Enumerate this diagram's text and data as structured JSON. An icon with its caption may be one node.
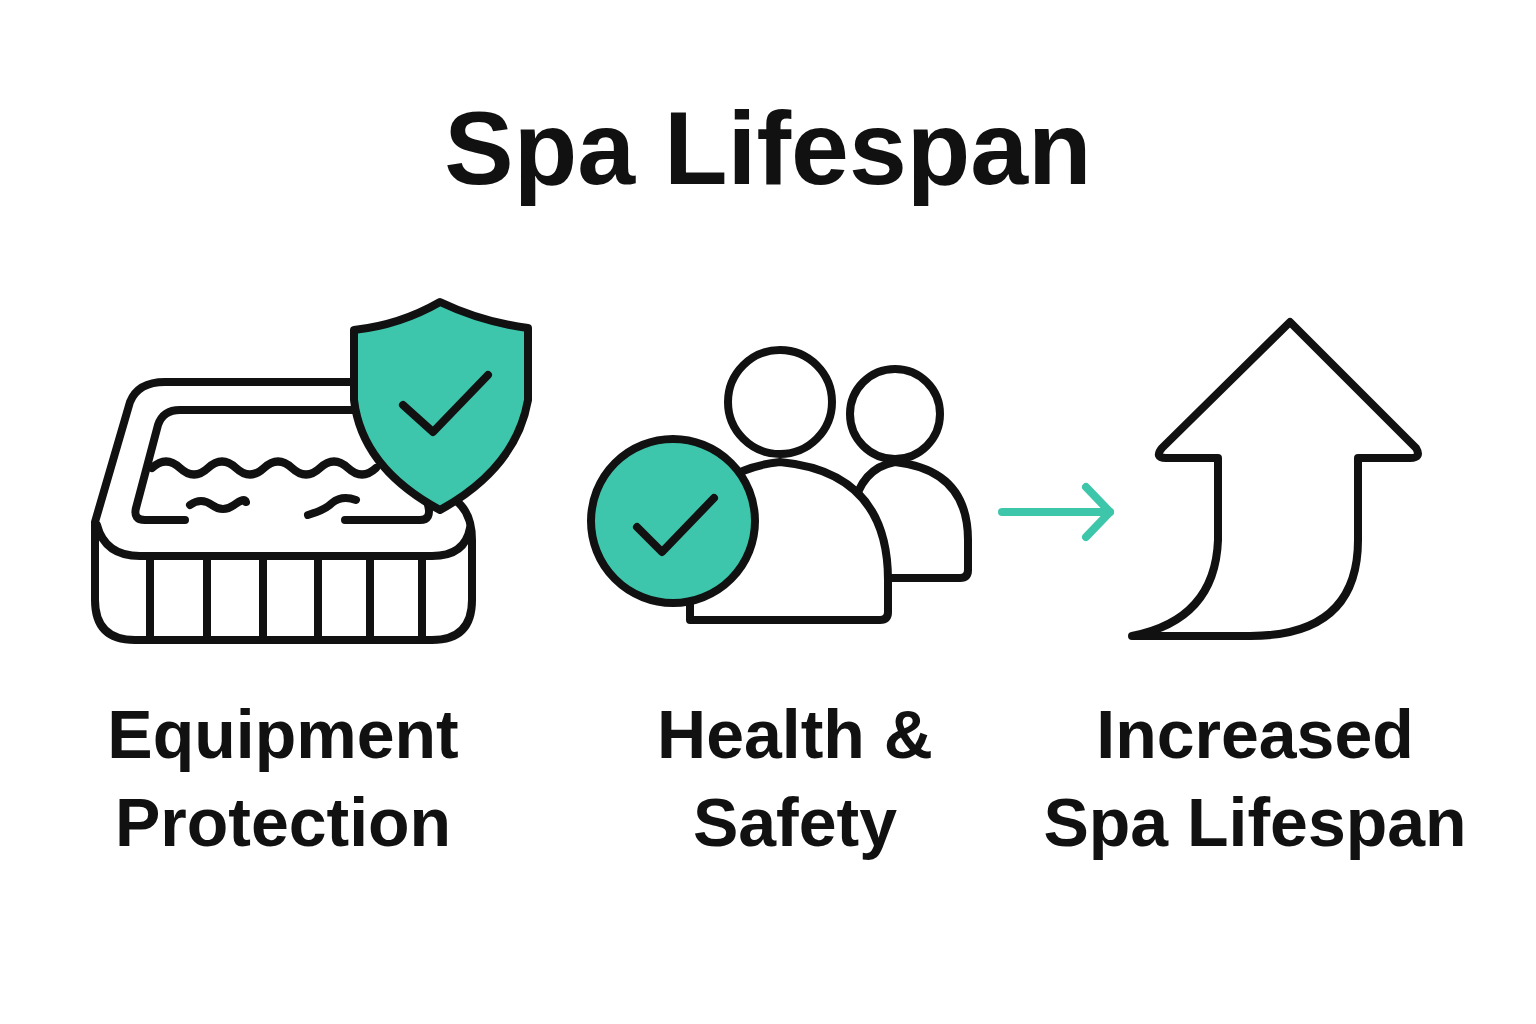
{
  "diagram": {
    "title": "Spa Lifespan",
    "nodes": [
      {
        "text": [],
        "shape": "picture",
        "beside": [
          "Equipment Protection"
        ]
      },
      {
        "text": [],
        "shape": "picture",
        "beside": [
          "Health & Safety"
        ]
      },
      {
        "text": [],
        "shape": "picture",
        "beside": [
          "Increased Spa Lifespan"
        ]
      }
    ],
    "edges": [
      {
        "from": 1,
        "to": 2,
        "arrow": "to",
        "color": "#3ec6aa"
      }
    ]
  }
}
